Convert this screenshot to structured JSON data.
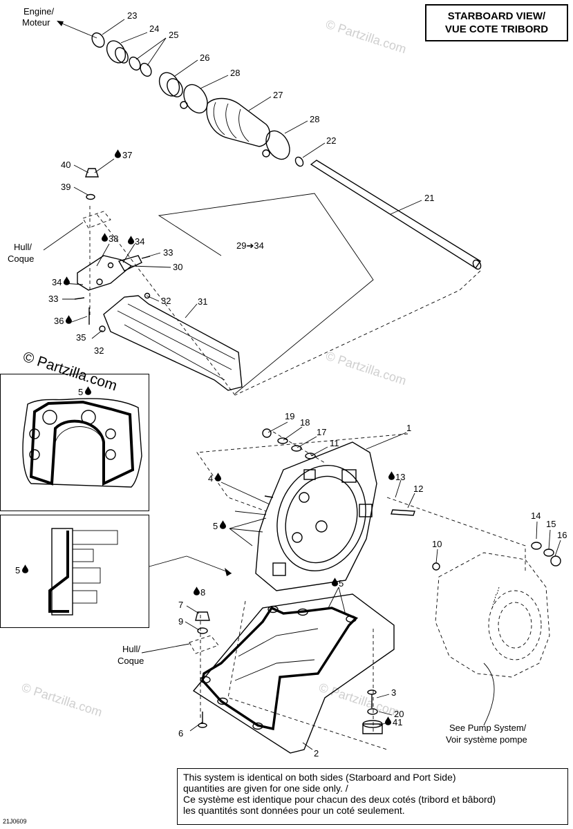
{
  "title": {
    "line1": "STARBOARD VIEW/",
    "line2": "VUE COTE TRIBORD"
  },
  "engine_label": {
    "line1": "Engine/",
    "line2": "Moteur"
  },
  "hull_label": {
    "line1": "Hull/",
    "line2": "Coque"
  },
  "pump_label": {
    "line1": "See Pump System/",
    "line2": "Voir système pompe"
  },
  "range_label": "29➔34",
  "note": {
    "line1": "This system is identical on both sides (Starboard and Port Side)",
    "line2": "quantities are given for one side only. /",
    "line3": "Ce système est identique pour chacun des deux cotés (tribord et bâbord)",
    "line4": "les quantités sont données pour un coté seulement."
  },
  "drawing_code": "21J0609",
  "watermark": "© Partzilla.com",
  "callouts": {
    "c23": "23",
    "c24": "24",
    "c25": "25",
    "c26": "26",
    "c28a": "28",
    "c27": "27",
    "c28b": "28",
    "c22": "22",
    "c21": "21",
    "c40": "40",
    "c37": "37",
    "c39": "39",
    "c38": "38",
    "c34a": "34",
    "c33a": "33",
    "c30": "30",
    "c34b": "34",
    "c33b": "33",
    "c32a": "32",
    "c31": "31",
    "c36": "36",
    "c35": "35",
    "c32b": "32",
    "c5a": "5",
    "c19": "19",
    "c18": "18",
    "c17": "17",
    "c11": "11",
    "c1": "1",
    "c4": "4",
    "c13": "13",
    "c12": "12",
    "c5b": "5",
    "c14": "14",
    "c15": "15",
    "c16": "16",
    "c10": "10",
    "c5c": "5",
    "c8": "8",
    "c5d": "5",
    "c7": "7",
    "c9": "9",
    "c3": "3",
    "c20": "20",
    "c41": "41",
    "c6": "6",
    "c2": "2"
  },
  "icons": {
    "lubricant": "drop-icon"
  }
}
